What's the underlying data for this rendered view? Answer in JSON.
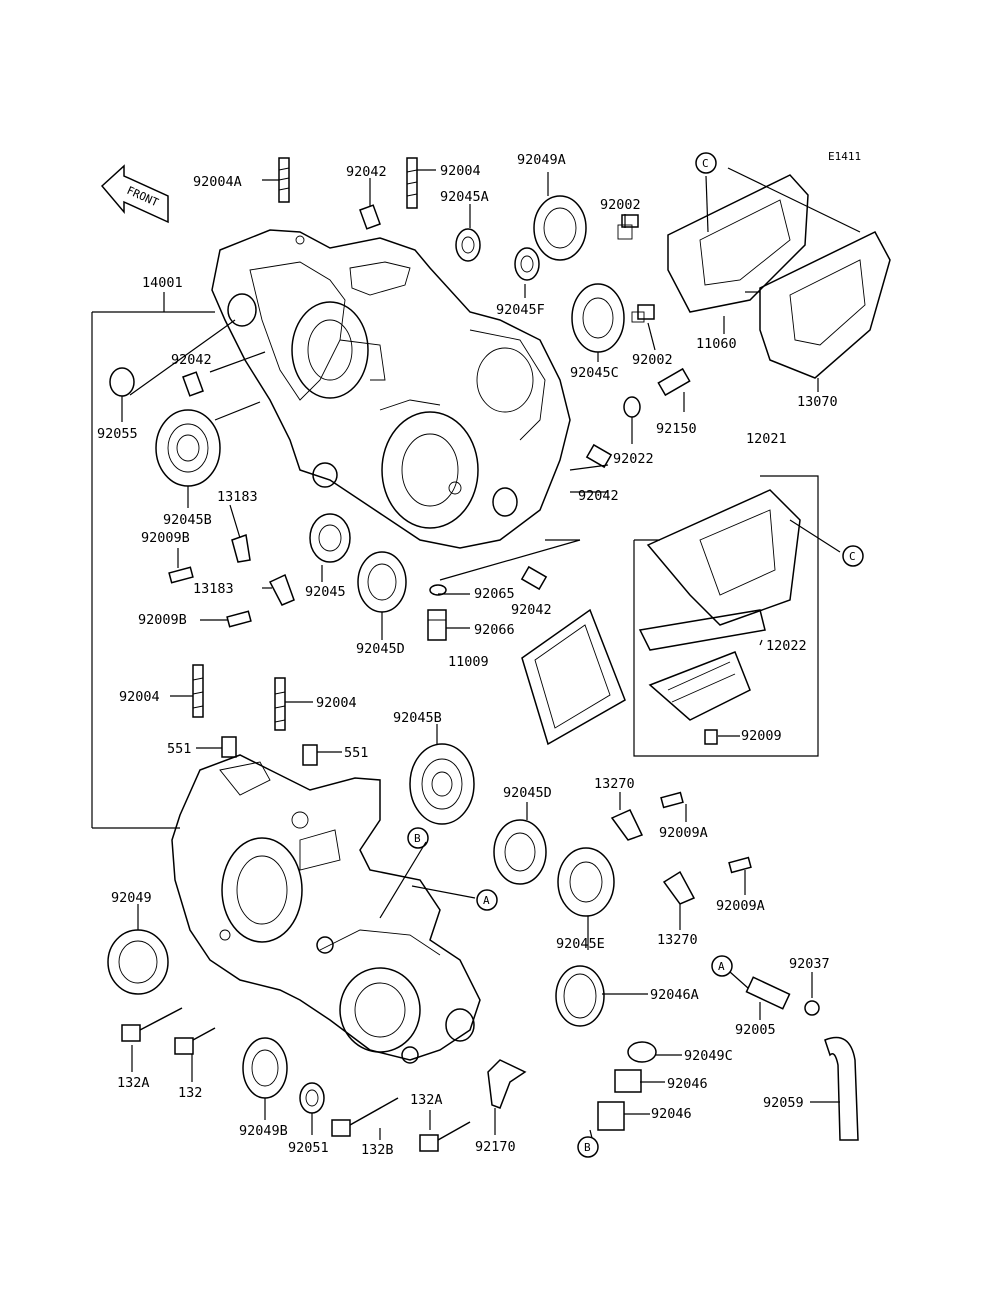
{
  "diagram_code": "E1411",
  "front_label": "FRONT",
  "callouts": {
    "a": "A",
    "b": "B",
    "c": "C"
  },
  "labels": {
    "p92004A": "92004A",
    "p92042_top": "92042",
    "p92004_top": "92004",
    "p92049A": "92049A",
    "p92002_top": "92002",
    "p92045A": "92045A",
    "p14001": "14001",
    "p92045F": "92045F",
    "p11060": "11060",
    "p92002_mid": "92002",
    "p92045C": "92045C",
    "p13070": "13070",
    "p92042_left": "92042",
    "p92150": "92150",
    "p92055": "92055",
    "p92022": "92022",
    "p12021": "12021",
    "p92045B_top": "92045B",
    "p92042_mid": "92042",
    "p13183_a": "13183",
    "p92009B_a": "92009B",
    "p13183_b": "13183",
    "p92045": "92045",
    "p92065": "92065",
    "p92042_low": "92042",
    "p92009B_b": "92009B",
    "p92066": "92066",
    "p92045D_top": "92045D",
    "p11009": "11009",
    "p12022": "12022",
    "p92004_left": "92004",
    "p92004_mid": "92004",
    "p92009": "92009",
    "p92045B_low": "92045B",
    "p551_a": "551",
    "p551_b": "551",
    "p13270_a": "13270",
    "p92045D_low": "92045D",
    "p92009A_a": "92009A",
    "p92049": "92049",
    "p92009A_b": "92009A",
    "p13270_b": "13270",
    "p92045E": "92045E",
    "p92037": "92037",
    "p92046A": "92046A",
    "p92005": "92005",
    "p92049C": "92049C",
    "p132A_a": "132A",
    "p132": "132",
    "p92046_a": "92046",
    "p132A_b": "132A",
    "p92046_b": "92046",
    "p92059": "92059",
    "p92049B": "92049B",
    "p92051": "92051",
    "p132B": "132B",
    "p92170": "92170"
  }
}
